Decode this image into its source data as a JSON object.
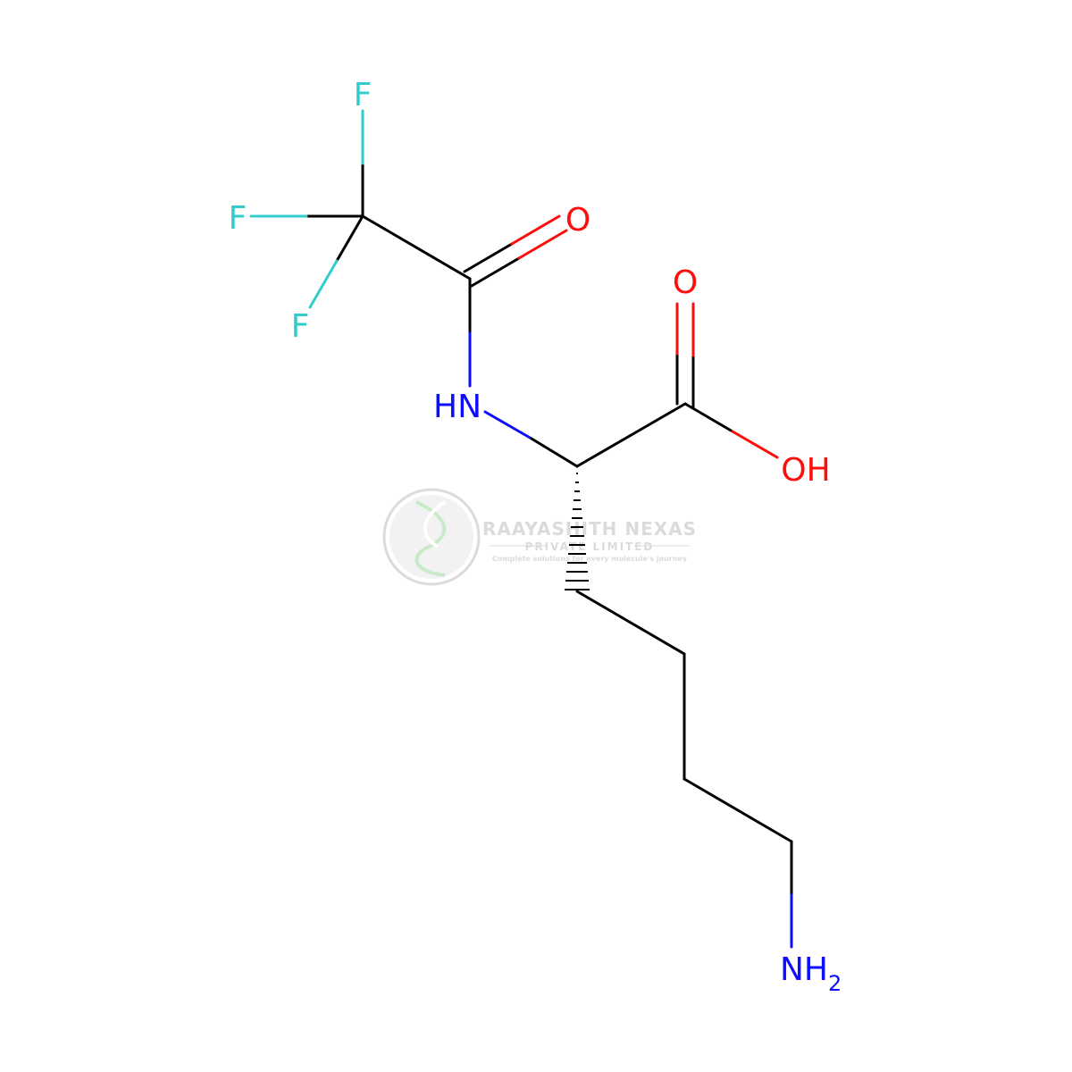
{
  "molecule": {
    "atoms": {
      "f_top": "F",
      "f_left": "F",
      "f_bottom": "F",
      "o_amide": "O",
      "nh_amide": "HN",
      "o_acid": "O",
      "oh_acid": "OH",
      "nh2_main": "NH",
      "nh2_sub": "2"
    }
  },
  "watermark": {
    "company": "RAAYASHITH NEXAS",
    "subtitle": "PRIVATE LIMITED",
    "tagline": "Complete solutions for every molecule's journey"
  },
  "colors": {
    "bond": "#000000",
    "fluorine": "#33CCCC",
    "oxygen": "#FF0D0D",
    "nitrogen": "#0D0DFF",
    "watermark": "#bfbfbf",
    "watermark_green": "#9ed99e"
  }
}
